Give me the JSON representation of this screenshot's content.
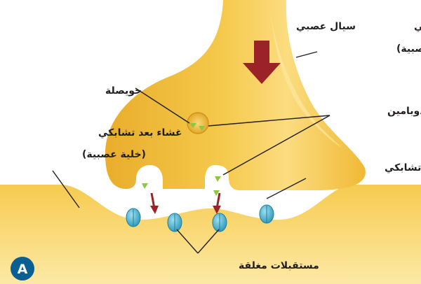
{
  "labels": {
    "presynaptic_line1": "غشاء قبل تشابكي",
    "presynaptic_line2": "(خلية عصبية)",
    "nerve_impulse": "سيال عصبي",
    "vesicle": "حويصلة",
    "dopamine": "الدوبامين",
    "postsynaptic_line1": "غشاء بعد تشابكي",
    "postsynaptic_line2": "(خلية عصبية)",
    "synaptic_cleft": "شق تشابكي",
    "closed_receptors": "مستقبلات مغلقة"
  },
  "badge": "A",
  "colors": {
    "neuron_fill": "#f2be38",
    "neuron_highlight": "#fbdc7f",
    "arrow_red": "#9b2226",
    "receptor": "#49b6d3",
    "dopamine": "#8dc63f",
    "badge_blue": "#0a5f92"
  }
}
